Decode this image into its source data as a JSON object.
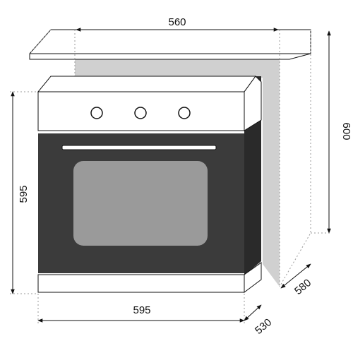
{
  "dimensions": {
    "niche_width": "560",
    "niche_height": "600",
    "niche_depth": "580",
    "oven_width": "595",
    "oven_height": "595",
    "oven_depth": "530"
  },
  "colors": {
    "line": "#111111",
    "guide": "#999999",
    "niche_back": "#d0d0d0",
    "oven_body": "#3b3b3b",
    "oven_side": "#2a2a2a",
    "window": "#9a9a9a",
    "panel": "#ffffff",
    "knob": "#ffffff"
  },
  "icons": {
    "knobs": [
      "knob-icon",
      "knob-icon",
      "knob-icon"
    ],
    "arrowhead": "arrowhead-icon"
  }
}
